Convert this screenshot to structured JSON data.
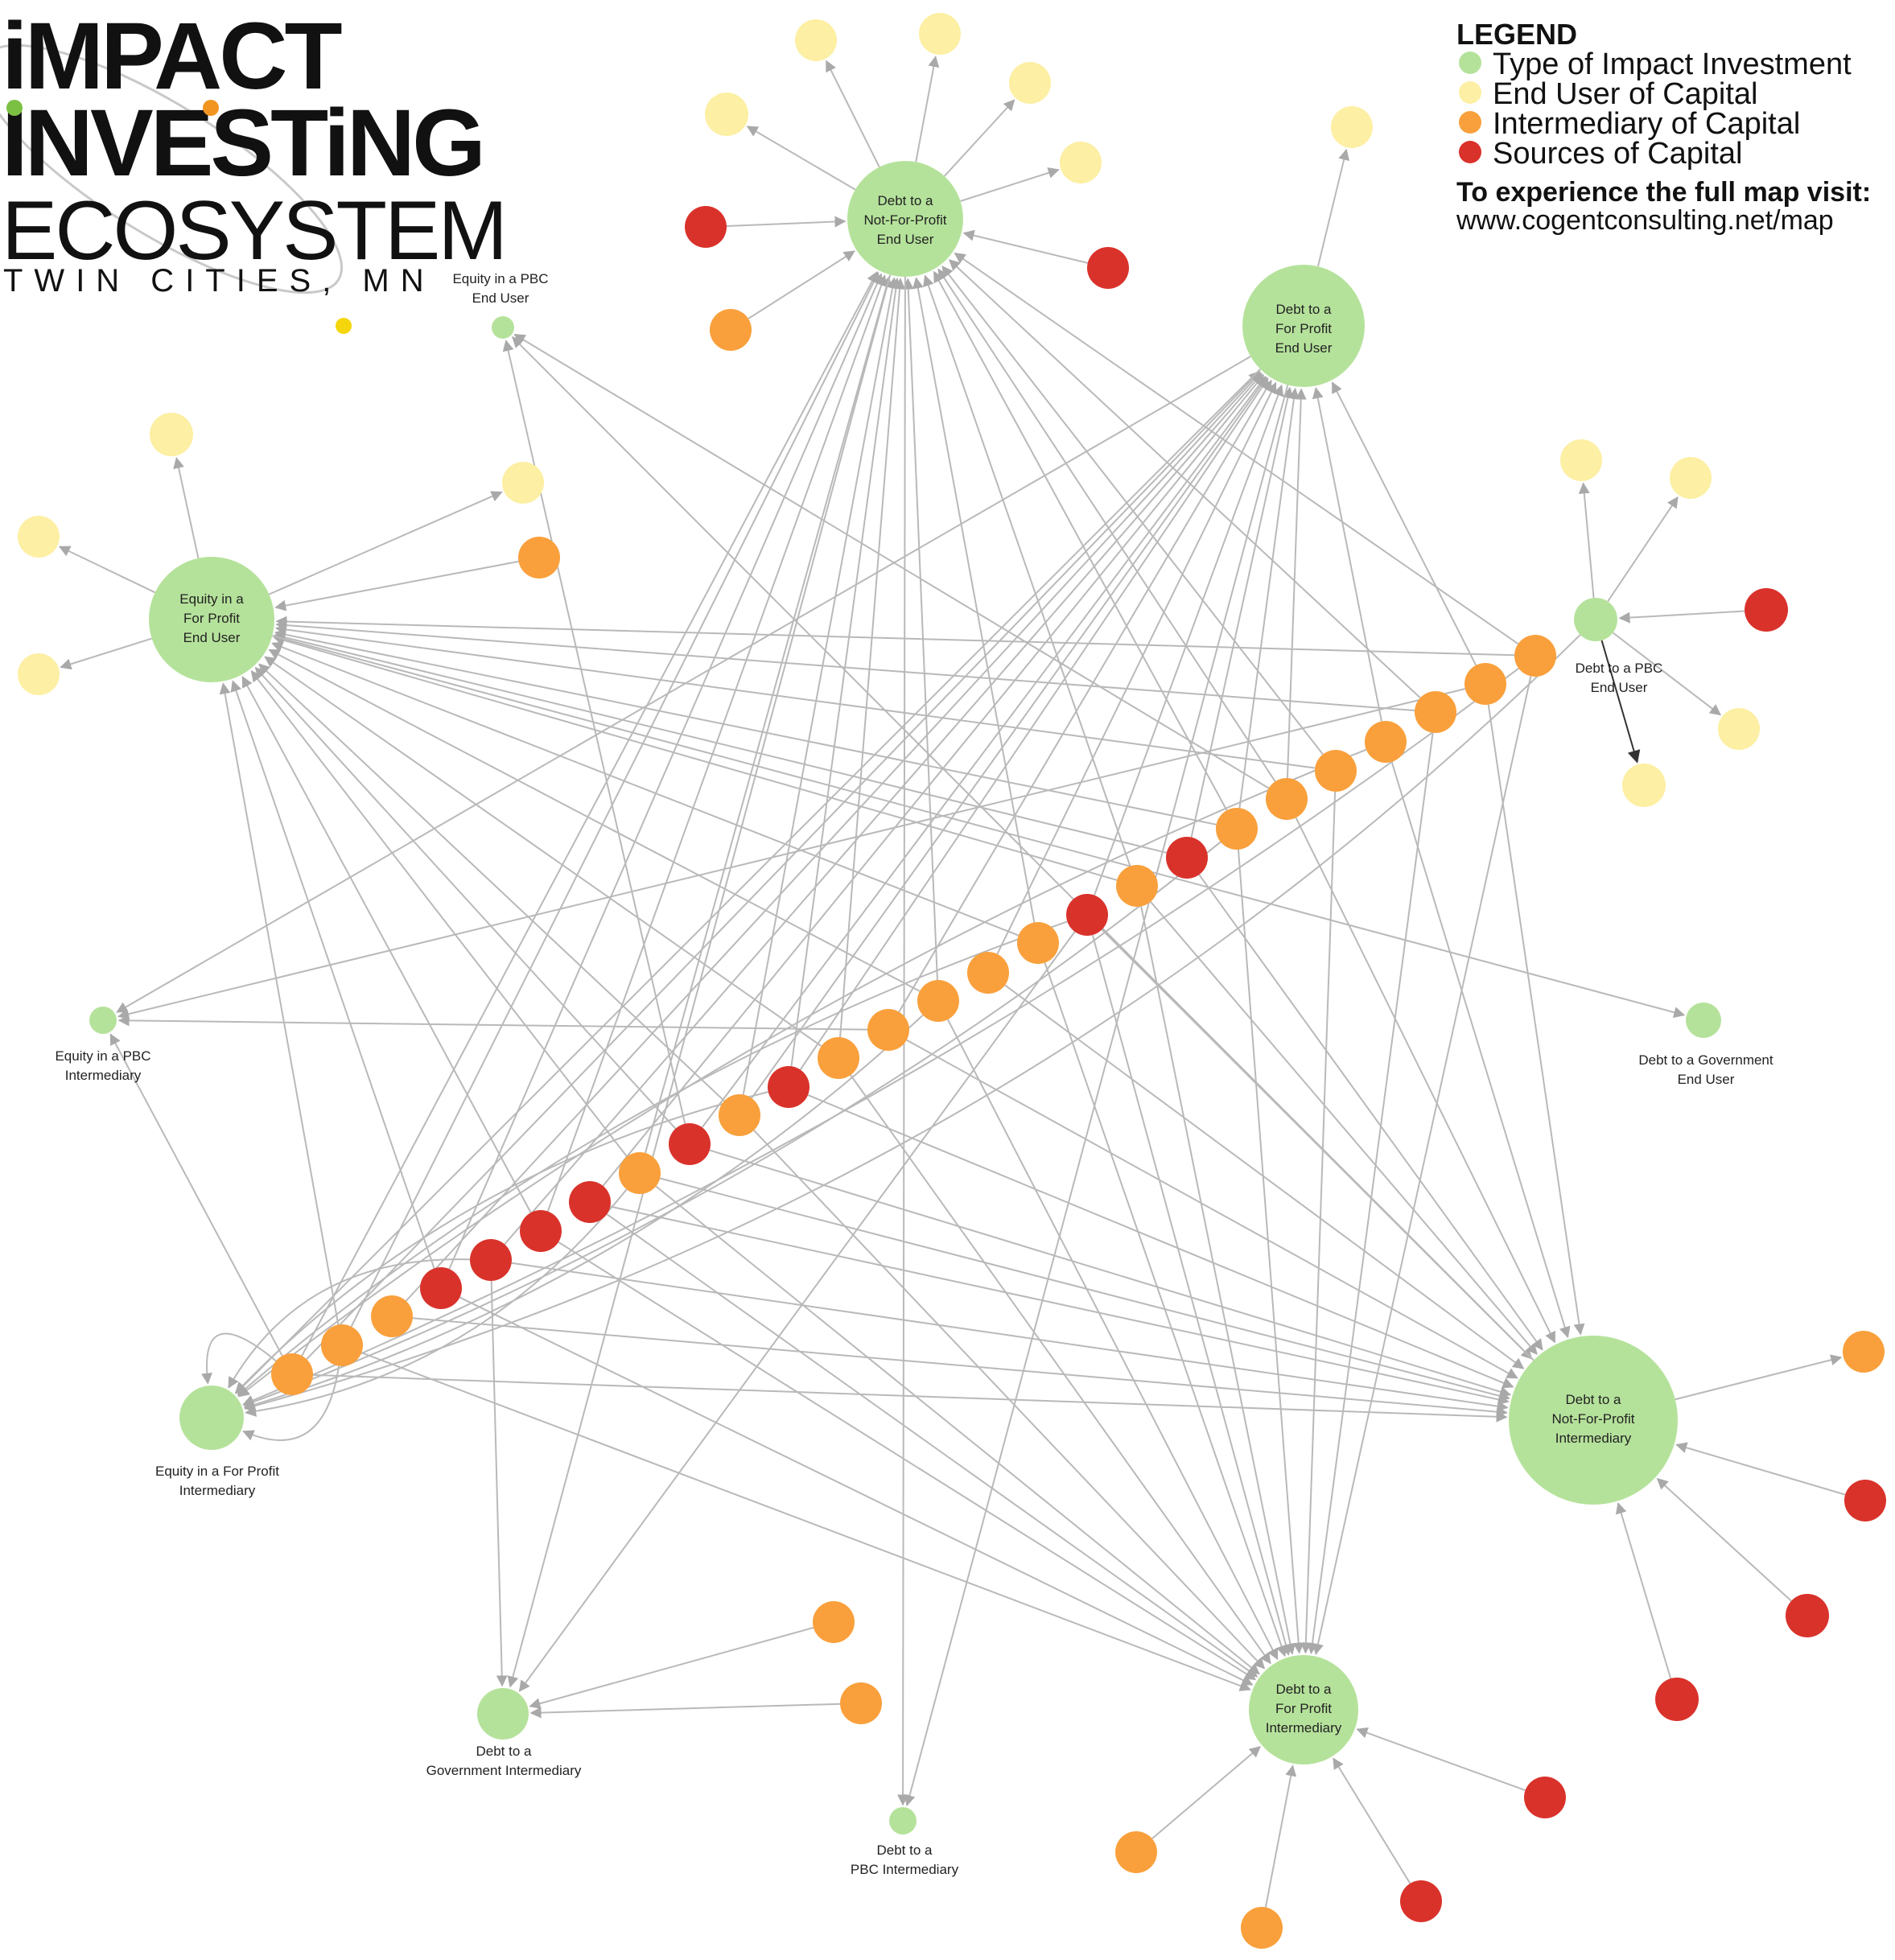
{
  "title": {
    "line1": "iMPACT",
    "line2": "INVESTiNG",
    "line3": "ECOSYSTEM",
    "line4": "TWIN CITIES, MN"
  },
  "legend": {
    "heading": "LEGEND",
    "items": [
      {
        "label": "Type of Impact Investment",
        "color": "#b5e29b"
      },
      {
        "label": "End User of Capital",
        "color": "#fdefa3"
      },
      {
        "label": "Intermediary of Capital",
        "color": "#f9a03c"
      },
      {
        "label": "Sources of Capital",
        "color": "#d9322b"
      }
    ],
    "cta": "To experience the full map visit:",
    "url": "www.cogentconsulting.net/map"
  },
  "colors": {
    "investment": "#b5e29b",
    "end_user": "#fdefa3",
    "intermediary": "#f9a03c",
    "source": "#d9322b",
    "edge": "#b9b9b9"
  },
  "hubs": [
    {
      "id": "debt-npo-end-user",
      "lines": [
        "Debt to a",
        "Not-For-Profit",
        "End User"
      ]
    },
    {
      "id": "debt-fp-end-user",
      "lines": [
        "Debt to a",
        "For Profit",
        "End User"
      ]
    },
    {
      "id": "equity-fp-end-user",
      "lines": [
        "Equity in a",
        "For Profit",
        "End User"
      ]
    },
    {
      "id": "debt-npo-intermediary",
      "lines": [
        "Debt to a",
        "Not-For-Profit",
        "Intermediary"
      ]
    },
    {
      "id": "debt-fp-intermediary",
      "lines": [
        "Debt to a",
        "For Profit",
        "Intermediary"
      ]
    },
    {
      "id": "equity-pbc-end-user",
      "lines": [
        "Equity in a PBC",
        "End User"
      ]
    },
    {
      "id": "debt-pbc-end-user",
      "lines": [
        "Debt to a PBC",
        "End User"
      ]
    },
    {
      "id": "equity-pbc-intermediary",
      "lines": [
        "Equity in a PBC",
        "Intermediary"
      ]
    },
    {
      "id": "debt-gov-end-user",
      "lines": [
        "Debt to a Government",
        "End User"
      ]
    },
    {
      "id": "equity-fp-intermediary",
      "lines": [
        "Equity in a For Profit",
        "Intermediary"
      ]
    },
    {
      "id": "debt-gov-intermediary",
      "lines": [
        "Debt to a",
        "Government Intermediary"
      ]
    },
    {
      "id": "debt-pbc-intermediary",
      "lines": [
        "Debt to a",
        "PBC Intermediary"
      ]
    }
  ]
}
